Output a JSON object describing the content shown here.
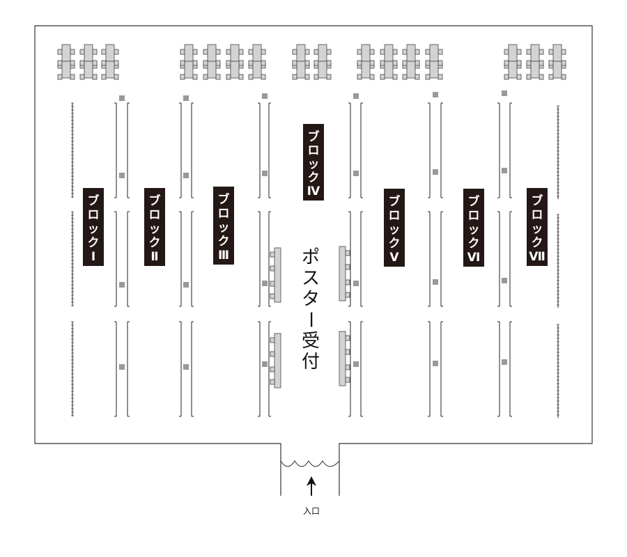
{
  "blocks": [
    {
      "id": "1",
      "chars": [
        "ブ",
        "ロ",
        "ッ",
        "ク",
        "Ⅰ"
      ]
    },
    {
      "id": "2",
      "chars": [
        "ブ",
        "ロ",
        "ッ",
        "ク",
        "Ⅱ"
      ]
    },
    {
      "id": "3",
      "chars": [
        "ブ",
        "ロ",
        "ッ",
        "ク",
        "Ⅲ"
      ]
    },
    {
      "id": "4",
      "chars": [
        "ブ",
        "ロ",
        "ッ",
        "ク",
        "Ⅳ"
      ]
    },
    {
      "id": "5",
      "chars": [
        "ブ",
        "ロ",
        "ッ",
        "ク",
        "Ⅴ"
      ]
    },
    {
      "id": "6",
      "chars": [
        "ブ",
        "ロ",
        "ッ",
        "ク",
        "Ⅵ"
      ]
    },
    {
      "id": "7",
      "chars": [
        "ブ",
        "ロ",
        "ッ",
        "ク",
        "Ⅶ"
      ]
    }
  ],
  "poster_reception": {
    "chars": [
      "ポ",
      "ス",
      "タ",
      "ー",
      "受",
      "付"
    ]
  },
  "entrance": {
    "label": "入口"
  },
  "colors": {
    "wall": "#333333",
    "block_label_bg": "#231815",
    "block_label_text": "#ffffff",
    "furniture_fill": "#d3d3d3",
    "furniture_stroke": "#444444",
    "marker": "#999999",
    "panel_line": "#222222"
  },
  "icons": [
    "arrow-up-icon",
    "curtain-icon",
    "square-marker-icon"
  ]
}
